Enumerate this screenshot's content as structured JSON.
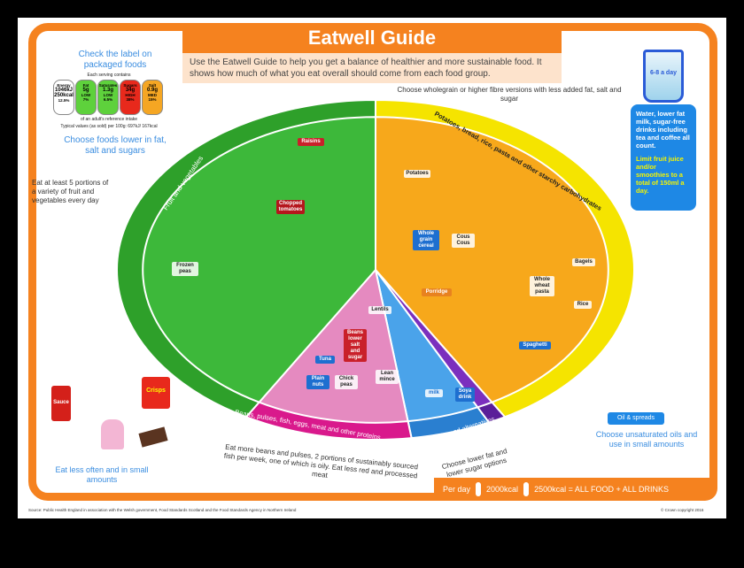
{
  "title": "Eatwell Guide",
  "intro": "Use the Eatwell Guide to help you get a balance of healthier and more sustainable food. It shows how much of what you eat overall should come from each food group.",
  "label_panel": {
    "check": "Check the label on packaged foods",
    "each_serving": "Each serving contains",
    "items": [
      {
        "name": "Energy",
        "amount": "1046kJ 250kcal",
        "level": "",
        "pct": "12.5%",
        "color": "#ffffff"
      },
      {
        "name": "Fat",
        "amount": "5g",
        "level": "LOW",
        "pct": "7%",
        "color": "#5ed13c"
      },
      {
        "name": "Saturates",
        "amount": "1.3g",
        "level": "LOW",
        "pct": "6.5%",
        "color": "#5ed13c"
      },
      {
        "name": "Sugars",
        "amount": "34g",
        "level": "HIGH",
        "pct": "38%",
        "color": "#e8291c"
      },
      {
        "name": "Salt",
        "amount": "0.9g",
        "level": "MED",
        "pct": "15%",
        "color": "#f5a623"
      }
    ],
    "reference": "of an adult's reference intake",
    "typical": "Typical values (as sold) per 100g: 697kJ/ 167kcal",
    "choose": "Choose foods lower in fat, salt and sugars"
  },
  "drinks": {
    "glass": "6-8 a day",
    "text": "Water, lower fat milk, sugar-free drinks including tea and coffee all count.",
    "limit": "Limit fruit juice and/or smoothies to a total of 150ml a day."
  },
  "segments": {
    "fruit_veg": {
      "label": "Fruit and vegetables",
      "advice": "Eat at least 5 portions of a variety of fruit and vegetables every day",
      "color": "#3db83a"
    },
    "starchy": {
      "label": "Potatoes, bread, rice, pasta and other starchy carbohydrates",
      "advice": "Choose wholegrain or higher fibre versions with less added fat, salt and sugar",
      "color": "#f7a81b"
    },
    "protein": {
      "label": "Beans, pulses, fish, eggs, meat and other proteins",
      "advice": "Eat more beans and pulses, 2 portions of sustainably sourced fish per week, one of which is oily. Eat less red and processed meat",
      "color": "#e58ac0"
    },
    "dairy": {
      "label": "Dairy and alternatives",
      "advice": "Choose lower fat and lower sugar options",
      "color": "#4aa3ea"
    },
    "oil": {
      "label": "Oil & spreads",
      "advice": "Choose unsaturated oils and use in small amounts",
      "color": "#7b2fbe"
    }
  },
  "food_labels": [
    "Raisins",
    "Chopped tomatoes",
    "Frozen peas",
    "Potatoes",
    "Whole grain cereal",
    "Cous Cous",
    "Porridge",
    "Whole wheat pasta",
    "Bagels",
    "Rice",
    "Spaghetti",
    "Lentils",
    "Beans lower salt and sugar",
    "Tuna",
    "Plain nuts",
    "Chick peas",
    "Lean mince",
    "milk",
    "Soya drink",
    "Crisps",
    "Sauce"
  ],
  "treats": {
    "advice": "Eat less often and in small amounts"
  },
  "kcal": {
    "per_day": "Per day",
    "women": "2000kcal",
    "men": "2500kcal = ALL FOOD + ALL DRINKS"
  },
  "source": "Source: Public Health England in association with the Welsh government, Food Standards Scotland and the Food Standards Agency in Northern Ireland",
  "copyright": "© Crown copyright 2016"
}
